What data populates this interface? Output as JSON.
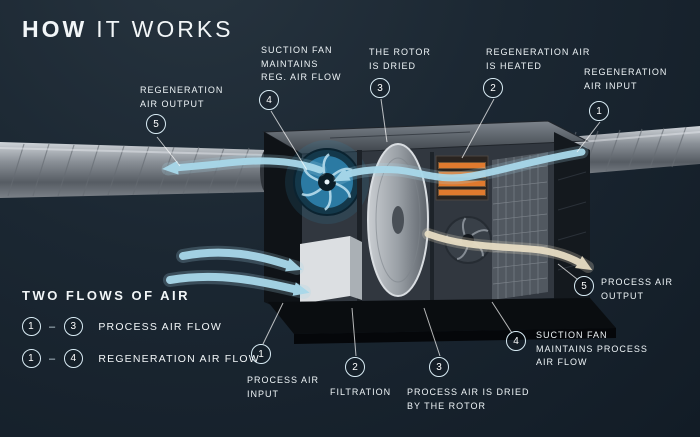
{
  "title": {
    "primary": "HOW",
    "secondary": "IT WORKS"
  },
  "colors": {
    "background": "#18242f",
    "text": "#f2f6f8",
    "badge_border": "#d9ecf5",
    "airflow_blue": "#a8d8ea",
    "heater_orange": "#e07a2e",
    "process_output_beige": "#e6dcc3"
  },
  "callouts": {
    "top": {
      "regeneration_air_output": {
        "number": "5",
        "label": "REGENERATION\nAIR OUTPUT"
      },
      "suction_fan_reg": {
        "number": "4",
        "label": "SUCTION FAN\nMAINTAINS\nREG. AIR FLOW"
      },
      "rotor_is_dried": {
        "number": "3",
        "label": "THE ROTOR\nIS DRIED"
      },
      "regeneration_air_heated": {
        "number": "2",
        "label": "REGENERATION AIR\nIS HEATED"
      },
      "regeneration_air_input": {
        "number": "1",
        "label": "REGENERATION\nAIR INPUT"
      }
    },
    "bottom": {
      "process_air_input": {
        "number": "1",
        "label": "PROCESS AIR\nINPUT"
      },
      "filtration": {
        "number": "2",
        "label": "FILTRATION"
      },
      "process_air_dried": {
        "number": "3",
        "label": "PROCESS AIR IS DRIED\nBY THE ROTOR"
      },
      "suction_fan_process": {
        "number": "4",
        "label": "SUCTION FAN\nMAINTAINS PROCESS\nAIR FLOW"
      },
      "process_air_output": {
        "number": "5",
        "label": "PROCESS AIR\nOUTPUT"
      }
    }
  },
  "legend": {
    "title": "TWO FLOWS OF AIR",
    "flows": [
      {
        "from": "1",
        "to": "3",
        "dash": "–",
        "label": "PROCESS AIR FLOW"
      },
      {
        "from": "1",
        "to": "4",
        "dash": "–",
        "label": "REGENERATION AIR FLOW"
      }
    ]
  }
}
